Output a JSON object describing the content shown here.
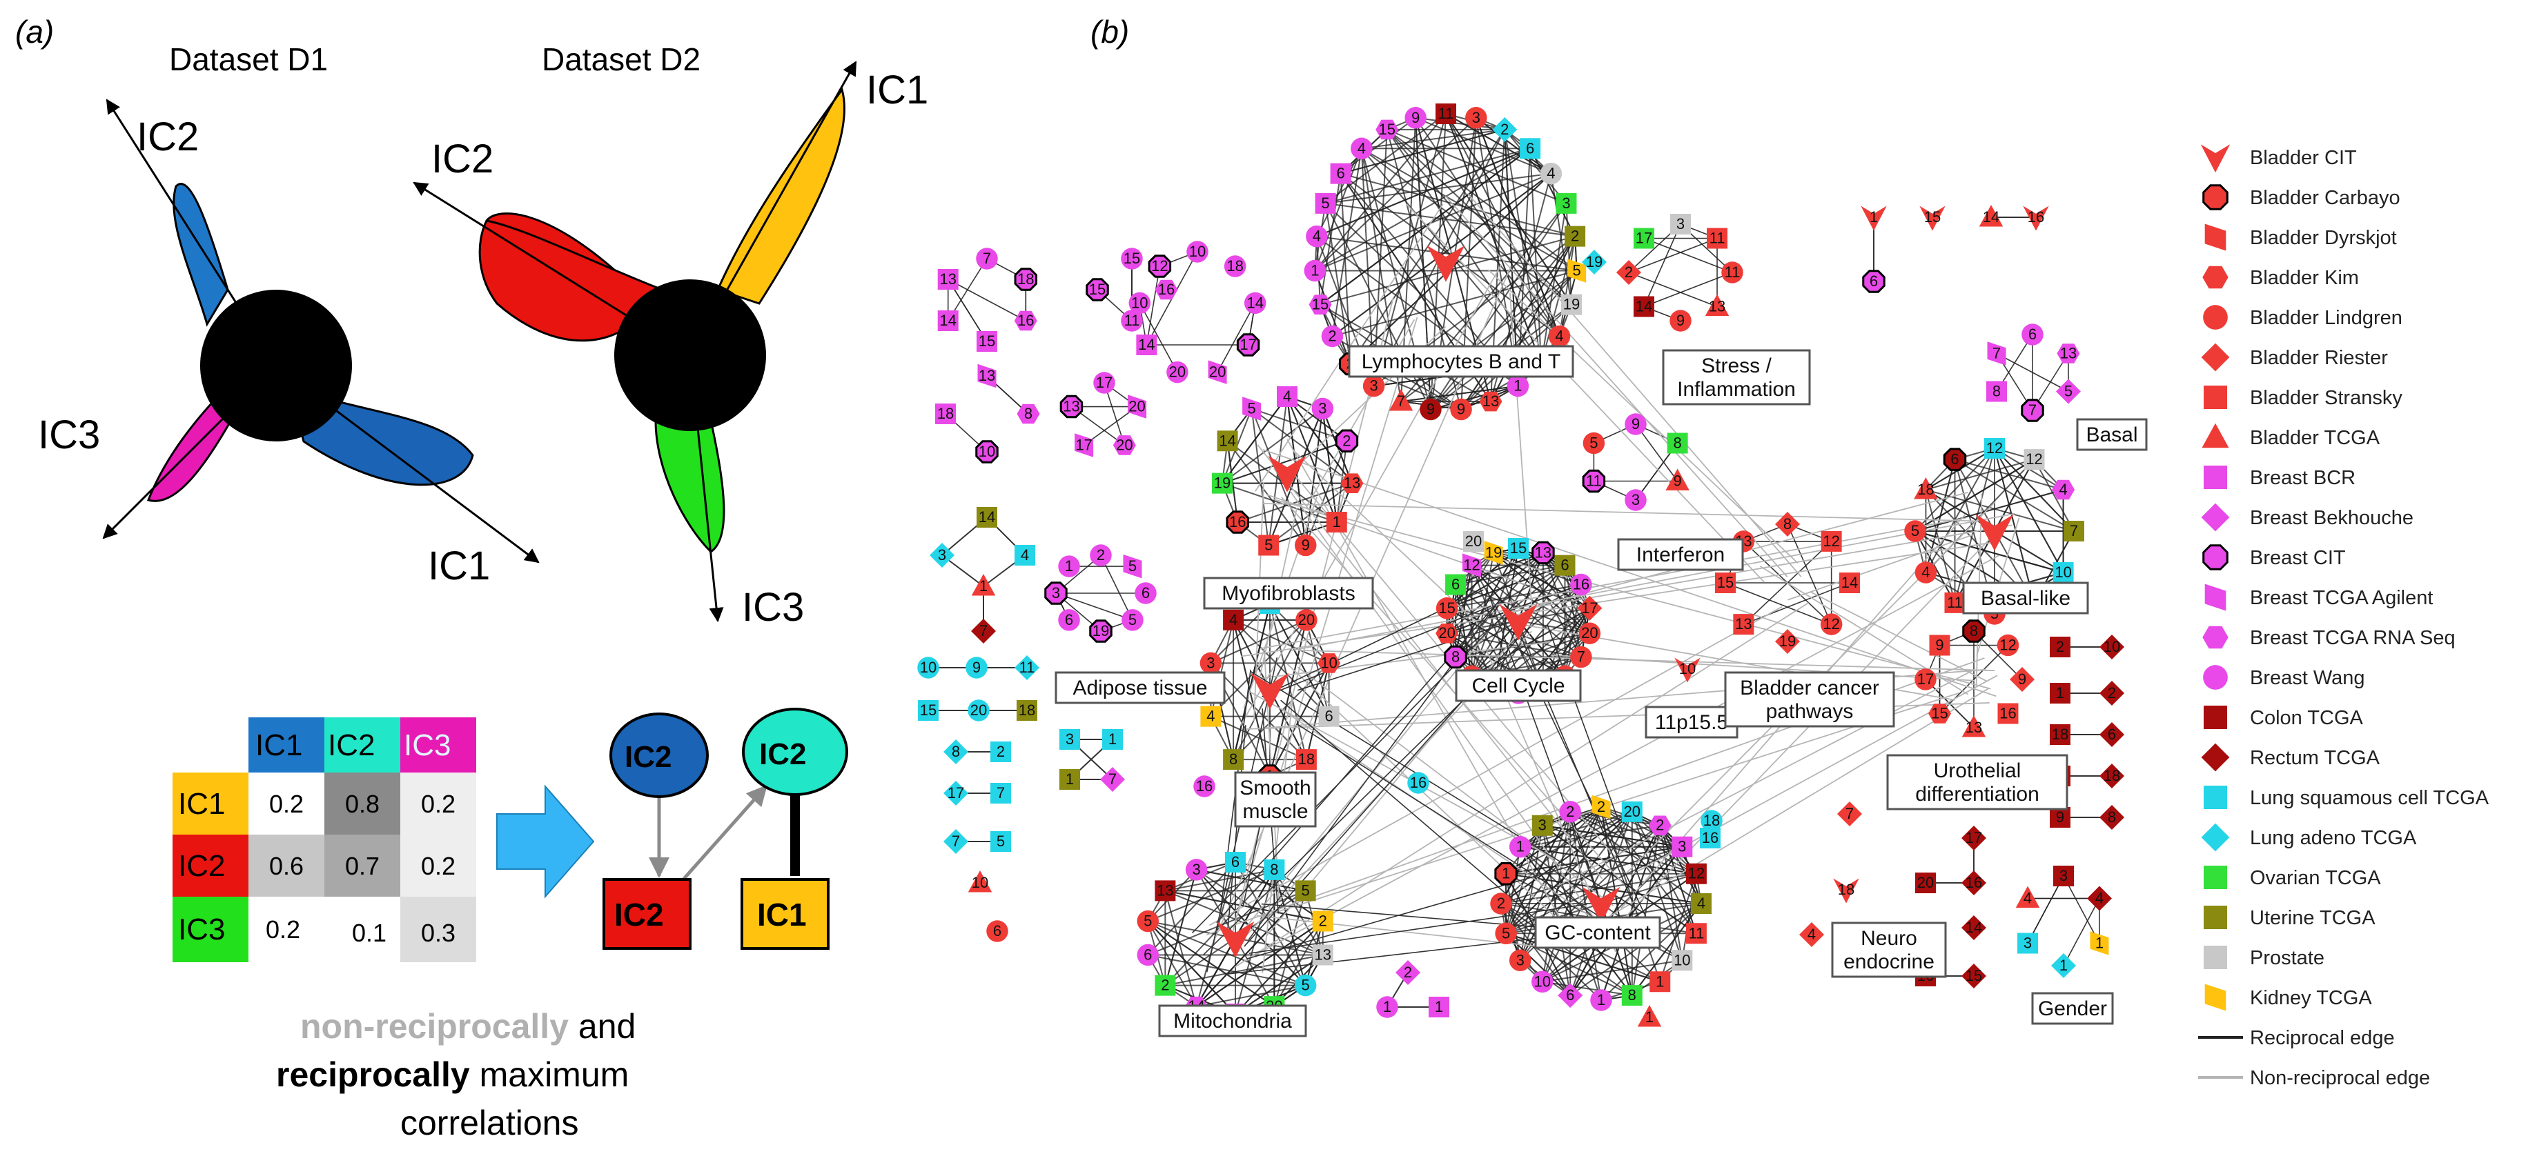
{
  "panel_a": {
    "label": "(a)",
    "dataset_d1": "Dataset D1",
    "dataset_d2": "Dataset D2",
    "d1_axes": [
      "IC2",
      "IC3",
      "IC1"
    ],
    "d2_axes": [
      "IC1",
      "IC2",
      "IC3"
    ],
    "matrix": {
      "col_headers": [
        "IC1",
        "IC2",
        "IC3"
      ],
      "row_headers": [
        "IC1",
        "IC2",
        "IC3"
      ],
      "cells": [
        [
          "0.2",
          "0.8",
          "0.2"
        ],
        [
          "0.6",
          "0.7",
          "0.2"
        ],
        [
          "0.2",
          "0.1",
          "0.3"
        ]
      ]
    },
    "graph_nodes": {
      "top_left": "IC2",
      "top_right": "IC2",
      "bottom_left": "IC2",
      "bottom_right": "IC1"
    },
    "caption": {
      "part1": "non-reciprocally",
      "part2": " and",
      "part3": "reciprocally",
      "part4": " maximum",
      "part5": "correlations"
    },
    "colors": {
      "blue": "#1f77c8",
      "yellow": "#ffc20e",
      "red": "#e8140f",
      "green": "#22e01c",
      "magenta": "#e81ab4",
      "cyan": "#22e6c8",
      "dark_blue": "#1a63b5"
    }
  },
  "panel_b": {
    "label": "(b)",
    "clusters": [
      "Lymphocytes B and T",
      "Stress / Inflammation",
      "Basal",
      "Interferon",
      "Myofibroblasts",
      "Adipose tissue",
      "Cell Cycle",
      "11p15.5",
      "Bladder cancer pathways",
      "Basal-like",
      "Urothelial differentiation",
      "Smooth muscle",
      "GC-content",
      "Neuro endocrine",
      "Mitochondria",
      "Gender"
    ]
  },
  "legend": {
    "items": [
      {
        "label": "Bladder CIT",
        "shape": "arrowhead",
        "color": "#ef3b36"
      },
      {
        "label": "Bladder Carbayo",
        "shape": "octagon",
        "color": "#ef3b36"
      },
      {
        "label": "Bladder Dyrskjot",
        "shape": "parallelogram",
        "color": "#ef3b36"
      },
      {
        "label": "Bladder Kim",
        "shape": "hexagon",
        "color": "#ef3b36"
      },
      {
        "label": "Bladder Lindgren",
        "shape": "circle",
        "color": "#ef3b36"
      },
      {
        "label": "Bladder Riester",
        "shape": "diamond",
        "color": "#ef3b36"
      },
      {
        "label": "Bladder Stransky",
        "shape": "square",
        "color": "#ef3b36"
      },
      {
        "label": "Bladder TCGA",
        "shape": "triangle",
        "color": "#ef3b36"
      },
      {
        "label": "Breast BCR",
        "shape": "square",
        "color": "#e849e8"
      },
      {
        "label": "Breast Bekhouche",
        "shape": "diamond",
        "color": "#e849e8"
      },
      {
        "label": "Breast CIT",
        "shape": "octagon",
        "color": "#e849e8"
      },
      {
        "label": "Breast TCGA Agilent",
        "shape": "parallelogram",
        "color": "#e849e8"
      },
      {
        "label": "Breast TCGA RNA Seq",
        "shape": "hexagon",
        "color": "#e849e8"
      },
      {
        "label": "Breast Wang",
        "shape": "circle",
        "color": "#e849e8"
      },
      {
        "label": "Colon TCGA",
        "shape": "square",
        "color": "#a80d0d"
      },
      {
        "label": "Rectum TCGA",
        "shape": "diamond",
        "color": "#a80d0d"
      },
      {
        "label": "Lung squamous cell TCGA",
        "shape": "square",
        "color": "#24d5e8"
      },
      {
        "label": "Lung adeno TCGA",
        "shape": "diamond",
        "color": "#24d5e8"
      },
      {
        "label": "Ovarian TCGA",
        "shape": "square",
        "color": "#33e03a"
      },
      {
        "label": "Uterine TCGA",
        "shape": "square",
        "color": "#8a8a10"
      },
      {
        "label": "Prostate",
        "shape": "square",
        "color": "#c8c8c8"
      },
      {
        "label": "Kidney TCGA",
        "shape": "parallelogram",
        "color": "#ffc20e"
      },
      {
        "label": "Reciprocal edge",
        "shape": "line",
        "color": "#222222"
      },
      {
        "label": "Non-reciprocal edge",
        "shape": "line",
        "color": "#b5b5b5"
      }
    ]
  }
}
